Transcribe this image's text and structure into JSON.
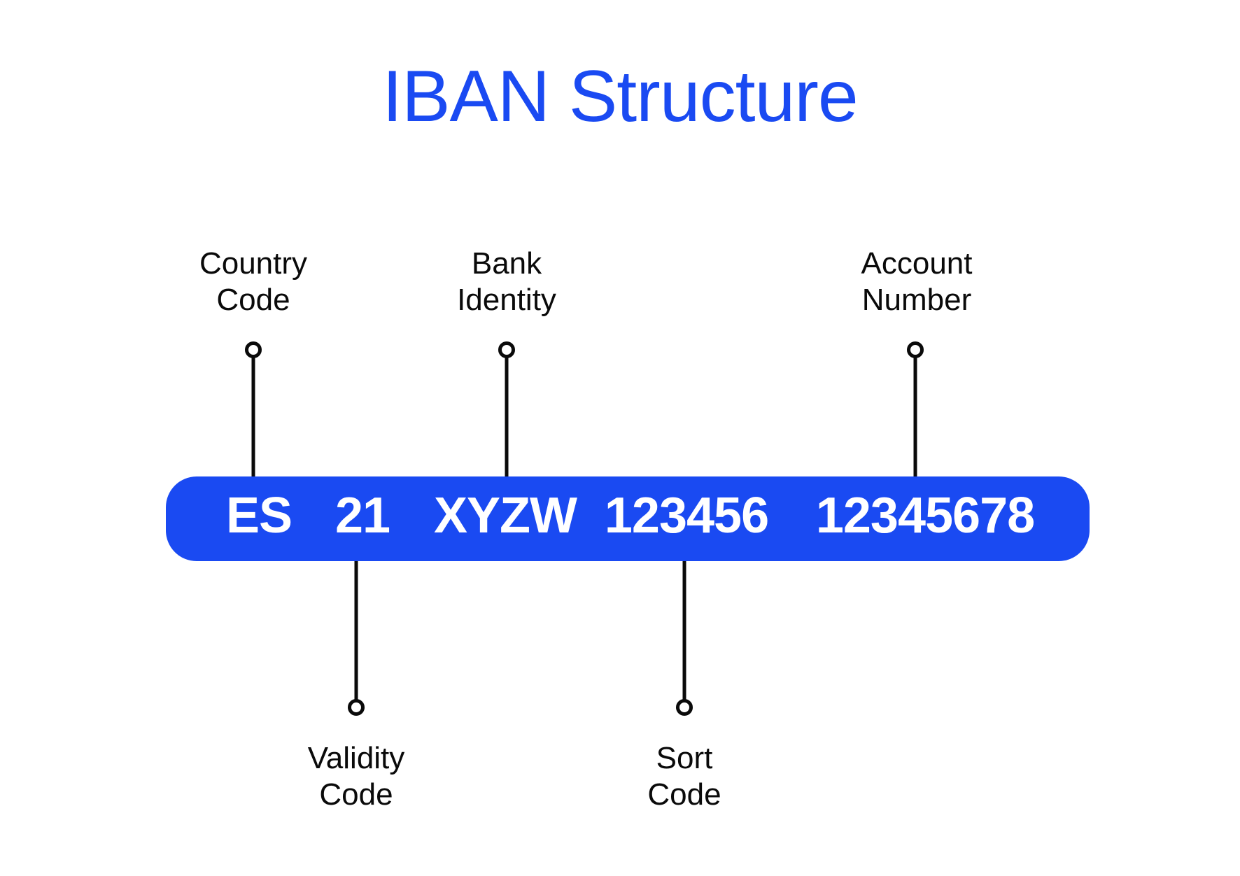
{
  "title": "IBAN Structure",
  "colors": {
    "accent": "#1A4AF2",
    "label_text": "#0A0A0A",
    "bar_text": "#FFFFFF",
    "connector": "#0A0A0A",
    "background": "#FFFFFF"
  },
  "segments": [
    {
      "value": "ES",
      "label_line1": "Country",
      "label_line2": "Code",
      "label_position": "top"
    },
    {
      "value": "21",
      "label_line1": "Validity",
      "label_line2": "Code",
      "label_position": "bottom"
    },
    {
      "value": "XYZW",
      "label_line1": "Bank",
      "label_line2": "Identity",
      "label_position": "top"
    },
    {
      "value": "123456",
      "label_line1": "Sort",
      "label_line2": "Code",
      "label_position": "bottom"
    },
    {
      "value": "12345678",
      "label_line1": "Account",
      "label_line2": "Number",
      "label_position": "top"
    }
  ]
}
